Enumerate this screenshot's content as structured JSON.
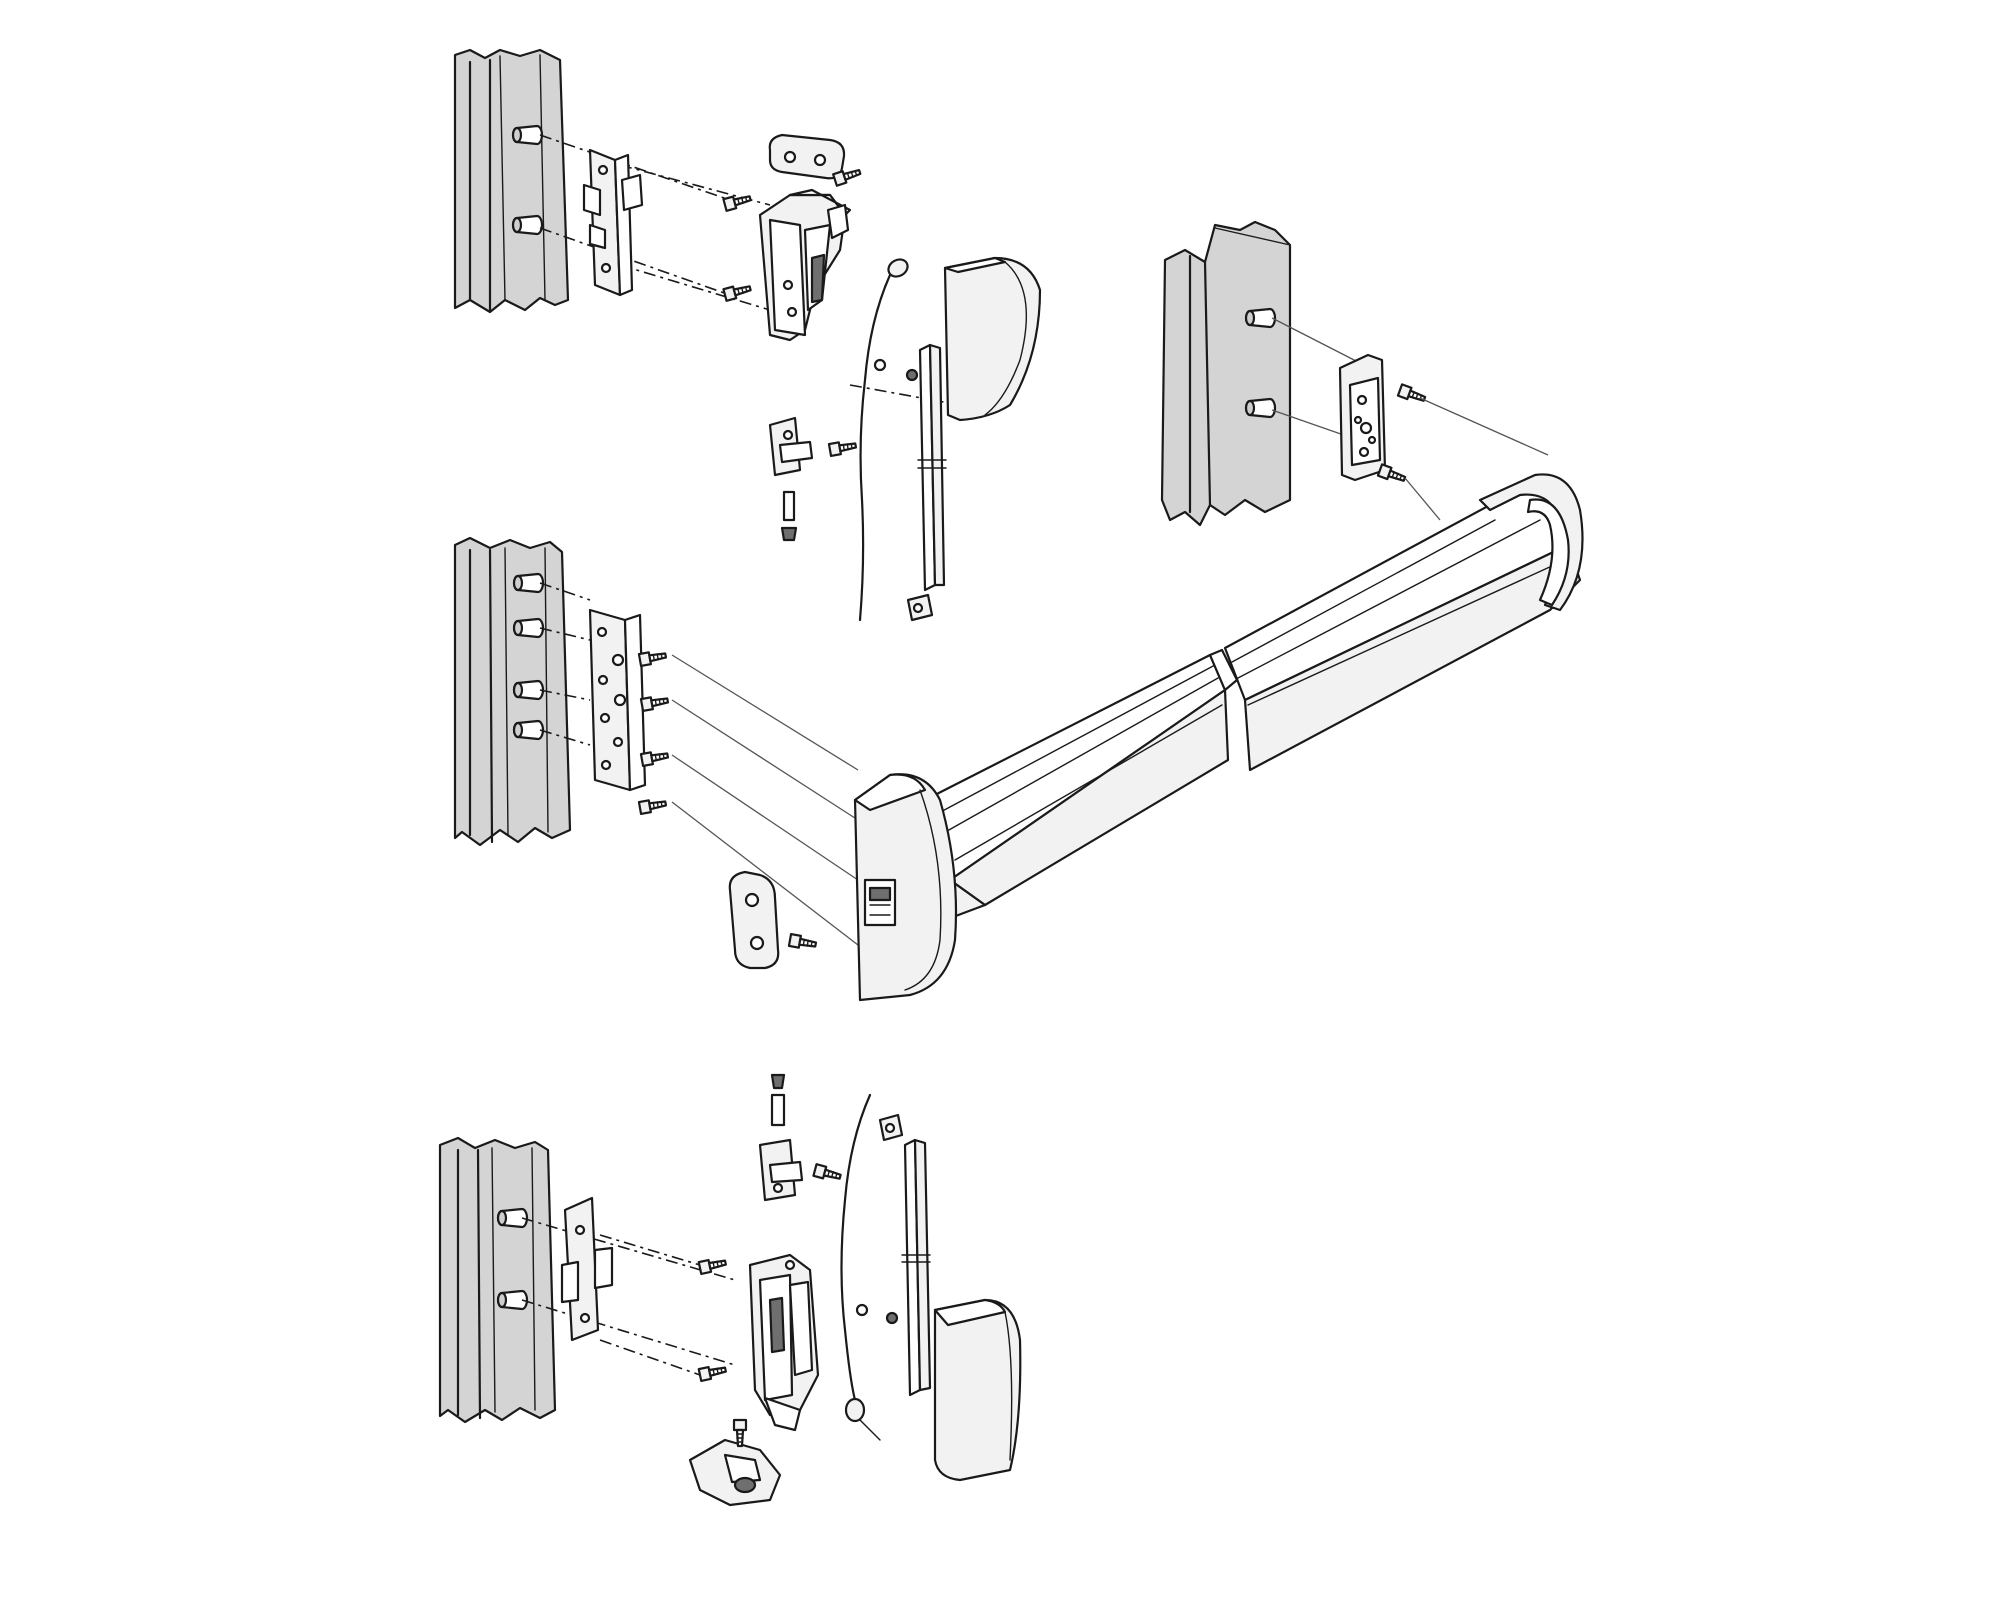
{
  "diagram": {
    "kind": "exploded-assembly",
    "text_labels": [],
    "parts": [
      {
        "id": "door-frame-top-left",
        "icon": "door-frame-profile"
      },
      {
        "id": "door-frame-right",
        "icon": "door-frame-profile"
      },
      {
        "id": "door-frame-middle-left",
        "icon": "door-frame-profile"
      },
      {
        "id": "door-frame-bottom-left",
        "icon": "door-frame-profile"
      },
      {
        "id": "top-mounting-plate",
        "icon": "mounting-plate"
      },
      {
        "id": "top-latch-mechanism",
        "icon": "latch-mechanism"
      },
      {
        "id": "top-strike-bracket",
        "icon": "strike-bracket"
      },
      {
        "id": "top-end-cover",
        "icon": "end-cover"
      },
      {
        "id": "top-vertical-rod",
        "icon": "vertical-rod"
      },
      {
        "id": "top-cable",
        "icon": "cable"
      },
      {
        "id": "top-rod-guide",
        "icon": "rod-guide"
      },
      {
        "id": "right-mounting-plate",
        "icon": "mounting-plate"
      },
      {
        "id": "middle-mounting-plate",
        "icon": "mounting-plate"
      },
      {
        "id": "push-bar",
        "icon": "push-bar"
      },
      {
        "id": "push-bar-end-housing",
        "icon": "end-housing"
      },
      {
        "id": "side-strike-bracket",
        "icon": "strike-bracket"
      },
      {
        "id": "bottom-mounting-plate",
        "icon": "mounting-plate"
      },
      {
        "id": "bottom-latch-mechanism",
        "icon": "latch-mechanism"
      },
      {
        "id": "bottom-rod-guide",
        "icon": "rod-guide"
      },
      {
        "id": "bottom-vertical-rod",
        "icon": "vertical-rod"
      },
      {
        "id": "bottom-cable",
        "icon": "cable"
      },
      {
        "id": "bottom-end-cover",
        "icon": "end-cover"
      },
      {
        "id": "floor-strike",
        "icon": "floor-strike"
      }
    ]
  },
  "colors": {
    "outline": "#1a1a1a",
    "frame_fill": "#d4d4d4",
    "frame_shadow": "#bcbcbc",
    "part_fill": "#f2f2f2",
    "background": "#ffffff"
  }
}
